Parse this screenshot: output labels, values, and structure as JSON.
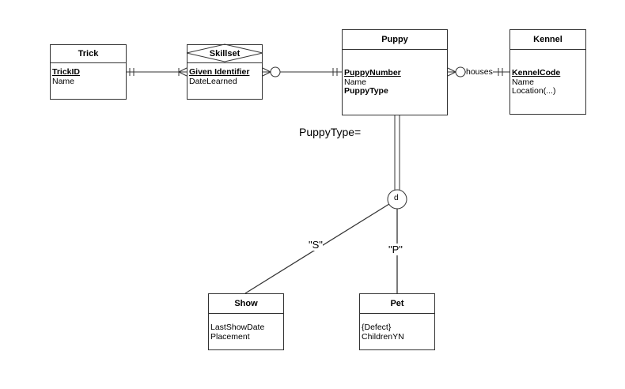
{
  "entities": {
    "trick": {
      "name": "Trick",
      "attrs": [
        "TrickID",
        "Name"
      ]
    },
    "skillset": {
      "name": "Skillset",
      "attrs": [
        "Given Identifier",
        "DateLearned"
      ]
    },
    "puppy": {
      "name": "Puppy",
      "attrs": [
        "PuppyNumber",
        "Name",
        "PuppyType"
      ]
    },
    "kennel": {
      "name": "Kennel",
      "attrs": [
        "KennelCode",
        "Name",
        "Location(...)"
      ]
    },
    "show": {
      "name": "Show",
      "attrs": [
        "LastShowDate",
        "Placement"
      ]
    },
    "pet": {
      "name": "Pet",
      "attrs": [
        "{Defect}",
        "ChildrenYN"
      ]
    }
  },
  "relationships": {
    "houses": "houses"
  },
  "specialization": {
    "discriminator_label": "PuppyType=",
    "circle_label": "d",
    "show_value": "\"S\"",
    "pet_value": "\"P\""
  }
}
